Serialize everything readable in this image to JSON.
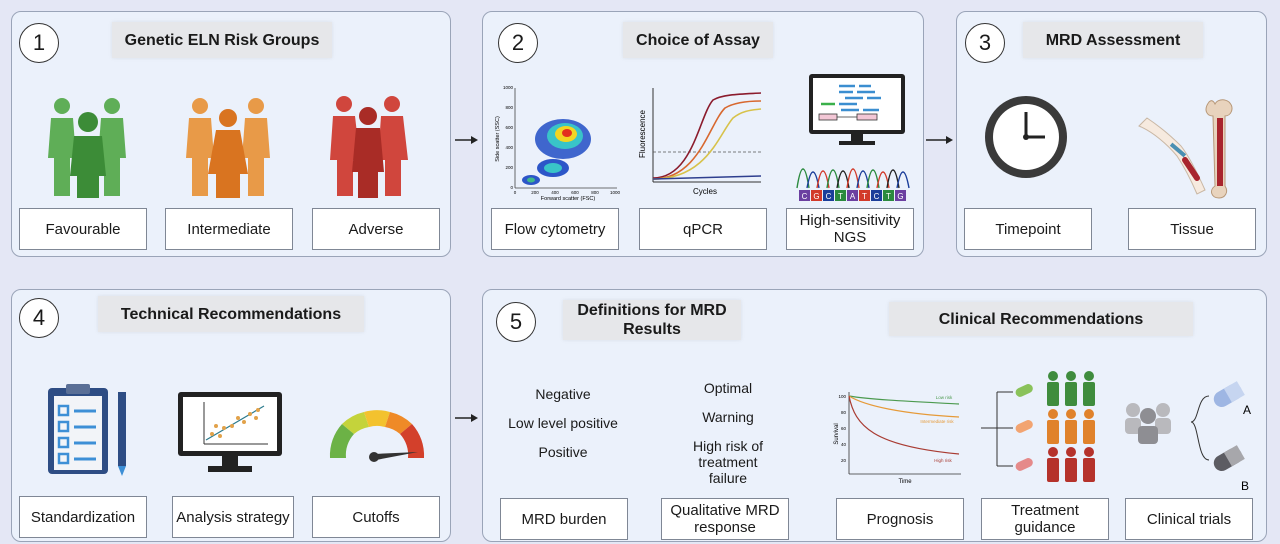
{
  "panels": {
    "p1": {
      "number": "1",
      "title": "Genetic ELN Risk Groups",
      "labels": [
        "Favourable",
        "Intermediate",
        "Adverse"
      ]
    },
    "p2": {
      "number": "2",
      "title": "Choice of Assay",
      "labels": [
        "Flow cytometry",
        "qPCR",
        "High-sensitivity NGS"
      ],
      "flow_xlabel": "Forward scatter (FSC)",
      "flow_ylabel": "Side scatter (SSC)",
      "flow_xticks": [
        "0",
        "200",
        "400",
        "600",
        "800",
        "1000"
      ],
      "flow_yticks": [
        "0",
        "200",
        "400",
        "600",
        "800",
        "1000"
      ],
      "qpcr_xlabel": "Cycles",
      "qpcr_ylabel": "Fluorescence",
      "ngs_bases": [
        "C",
        "G",
        "C",
        "T",
        "A",
        "T",
        "C",
        "T",
        "G"
      ]
    },
    "p3": {
      "number": "3",
      "title": "MRD Assessment",
      "labels": [
        "Timepoint",
        "Tissue"
      ]
    },
    "p4": {
      "number": "4",
      "title": "Technical Recommendations",
      "labels": [
        "Standardization",
        "Analysis strategy",
        "Cutoffs"
      ]
    },
    "p5": {
      "number": "5",
      "title": "Definitions for MRD Results",
      "clinical_title": "Clinical Recommendations",
      "definitions": [
        "Negative",
        "Low level positive",
        "Positive"
      ],
      "responses": [
        "Optimal",
        "Warning",
        "High risk of treatment failure"
      ],
      "labels": [
        "MRD burden",
        "Qualitative MRD response",
        "Prognosis",
        "Treatment guidance",
        "Clinical trials"
      ],
      "survival_ylabel": "Survival",
      "survival_xlabel": "Time",
      "survival_yticks": [
        "100",
        "80",
        "60",
        "40",
        "20"
      ],
      "risk_labels": [
        "Low risk",
        "Intermediate risk",
        "High risk"
      ],
      "trial_arms": [
        "A",
        "B"
      ]
    }
  },
  "colors": {
    "favourable": "#4a9a45",
    "intermediate": "#e0822b",
    "adverse": "#b5322b",
    "panel_bg": "#ebf1fb"
  },
  "icons": [
    "people-group-icon",
    "flow-cytometry-plot-icon",
    "qpcr-curve-icon",
    "ngs-monitor-icon",
    "clock-icon",
    "arm-bone-icon",
    "clipboard-checklist-icon",
    "scatter-monitor-icon",
    "gauge-icon",
    "survival-curve-icon",
    "pill-icon"
  ]
}
